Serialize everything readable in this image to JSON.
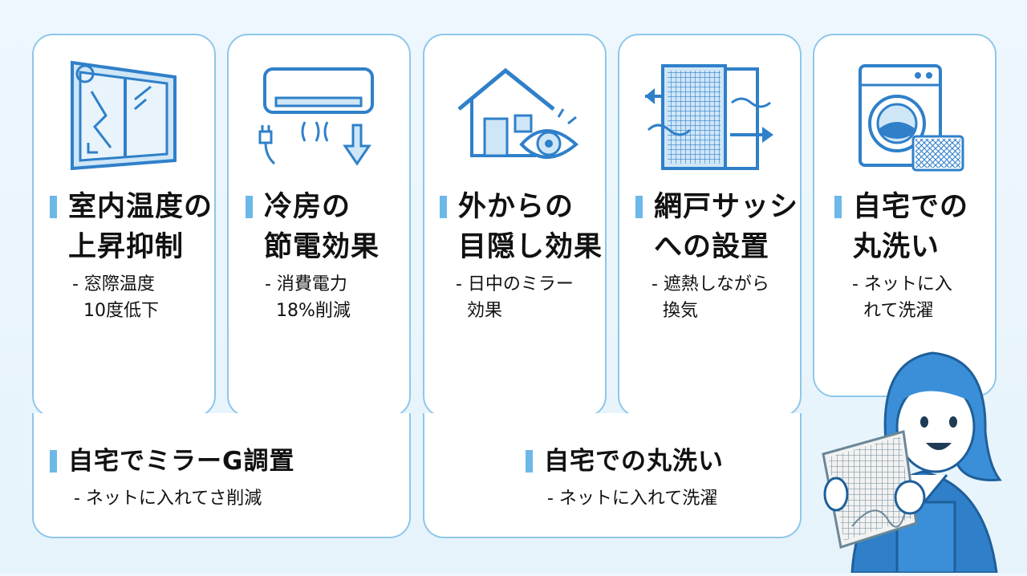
{
  "colors": {
    "accent": "#6db8e8",
    "border": "#8ec7ea",
    "icon_stroke": "#2f80c9",
    "icon_fill": "#cfe6f7"
  },
  "cards": [
    {
      "id": "temp",
      "icon": "window-sun-icon",
      "heading": [
        "室内温度の",
        "上昇抑制"
      ],
      "detail": [
        "- 窓際温度",
        "10度低下"
      ]
    },
    {
      "id": "ac",
      "icon": "air-conditioner-icon",
      "heading": [
        "冷房の",
        "節電効果"
      ],
      "detail": [
        "- 消費電力",
        "18%削減"
      ]
    },
    {
      "id": "privacy",
      "icon": "house-eye-icon",
      "heading": [
        "外からの",
        "目隠し効果"
      ],
      "detail": [
        "- 日中のミラー",
        "効果"
      ]
    },
    {
      "id": "screen",
      "icon": "screen-door-icon",
      "heading": [
        "網戸サッシ",
        "への設置"
      ],
      "detail": [
        "- 遮熱しながら",
        "換気"
      ]
    },
    {
      "id": "wash",
      "icon": "washing-machine-icon",
      "heading": [
        "自宅での",
        "丸洗い"
      ],
      "detail": [
        "- ネットに入",
        "れて洗濯"
      ]
    }
  ],
  "bottom_left": {
    "heading": "自宅でミラーG調置",
    "detail": "- ネットに入れてさ削減"
  },
  "bottom_middle": {
    "heading": "自宅での丸洗い",
    "detail": "- ネットに入れて洗濯"
  },
  "illustration": "woman-holding-mesh-icon"
}
